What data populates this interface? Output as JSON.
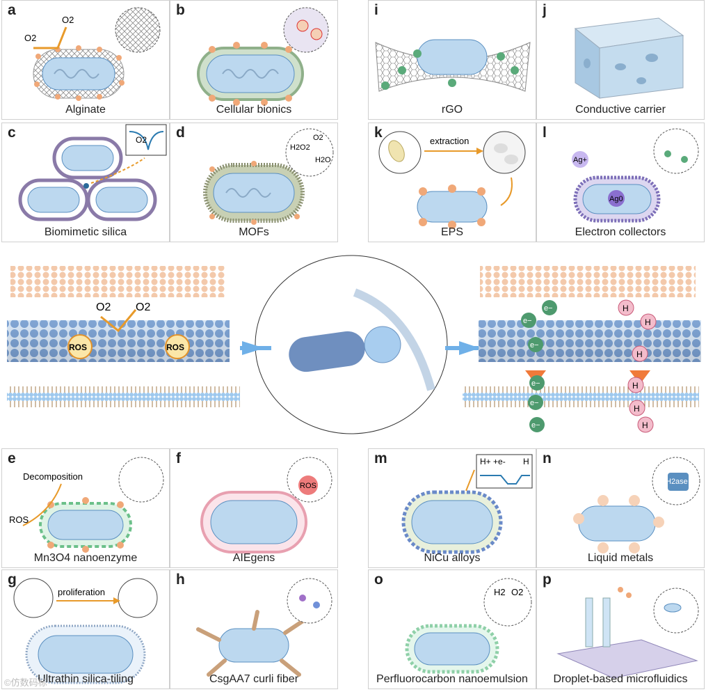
{
  "panels": {
    "a": {
      "label": "a",
      "title": "Alginate",
      "texts": [
        "O2",
        "O2"
      ]
    },
    "b": {
      "label": "b",
      "title": "Cellular bionics"
    },
    "c": {
      "label": "c",
      "title": "Biomimetic silica",
      "texts": [
        "O2"
      ]
    },
    "d": {
      "label": "d",
      "title": "MOFs",
      "texts": [
        "O2",
        "H2O2",
        "H2O"
      ]
    },
    "i": {
      "label": "i",
      "title": "rGO"
    },
    "j": {
      "label": "j",
      "title": "Conductive carrier"
    },
    "k": {
      "label": "k",
      "title": "EPS",
      "texts": [
        "extraction"
      ]
    },
    "l": {
      "label": "l",
      "title": "Electron collectors",
      "texts": [
        "Ag+",
        "Ag0"
      ]
    },
    "e": {
      "label": "e",
      "title": "Mn3O4 nanoenzyme",
      "texts": [
        "Decomposition",
        "ROS"
      ]
    },
    "f": {
      "label": "f",
      "title": "AIEgens",
      "texts": [
        "ROS"
      ]
    },
    "m": {
      "label": "m",
      "title": "NiCu alloys",
      "texts": [
        "H+ +e-",
        "H"
      ]
    },
    "n": {
      "label": "n",
      "title": "Liquid metals",
      "texts": [
        "H2ase"
      ]
    },
    "g": {
      "label": "g",
      "title": "Ultrathin silica-tiling",
      "texts": [
        "proliferation"
      ]
    },
    "h": {
      "label": "h",
      "title": "CsgAA7 curli fiber"
    },
    "o": {
      "label": "o",
      "title": "Perfluorocarbon nanoemulsion",
      "texts": [
        "H2",
        "O2"
      ]
    },
    "p": {
      "label": "p",
      "title": "Droplet-based microfluidics"
    }
  },
  "center": {
    "left_o2_in": "O2",
    "left_o2_out": "O2",
    "ros_label": "ROS",
    "electron_label": "e−",
    "hydrogen_label": "H"
  },
  "watermark": "©仿数码标"
}
